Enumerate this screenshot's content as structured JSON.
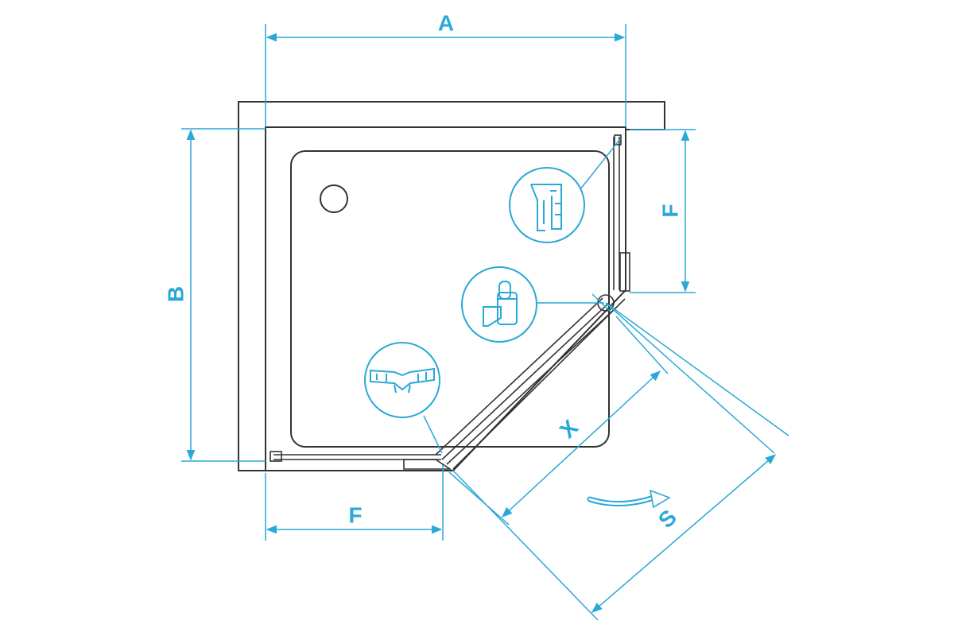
{
  "colors": {
    "outline": "#333333",
    "dimension": "#2aa8d6",
    "background": "#ffffff"
  },
  "labels": {
    "width": "A",
    "depth": "B",
    "side_top_right": "F",
    "side_bottom": "F",
    "door_opening": "X",
    "door_swing": "S"
  },
  "detail_icons": [
    {
      "name": "wall-profile-icon"
    },
    {
      "name": "hinge-bracket-icon"
    },
    {
      "name": "corner-profile-icon"
    }
  ]
}
